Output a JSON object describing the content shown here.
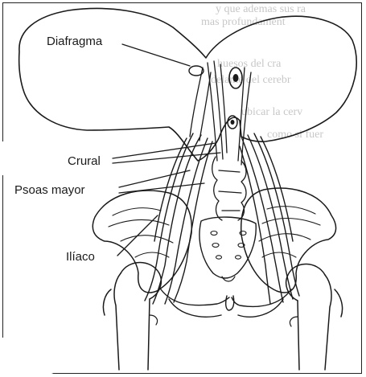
{
  "labels": {
    "diafragma": "Diafragma",
    "crural": "Crural",
    "psoas_mayor": "Psoas mayor",
    "iliaco": "Ilíaco"
  },
  "background_text": {
    "line1": "y que ademas sus ra",
    "line2": "mas profundament",
    "line3": "huesos del cra",
    "line4": "delante del cerebr",
    "line5": "ubicar la cerv",
    "line6": "como si fuer"
  },
  "colors": {
    "ink": "#1a1a1a",
    "paper": "#ffffff",
    "bleed_text": "#9a9a9a"
  }
}
